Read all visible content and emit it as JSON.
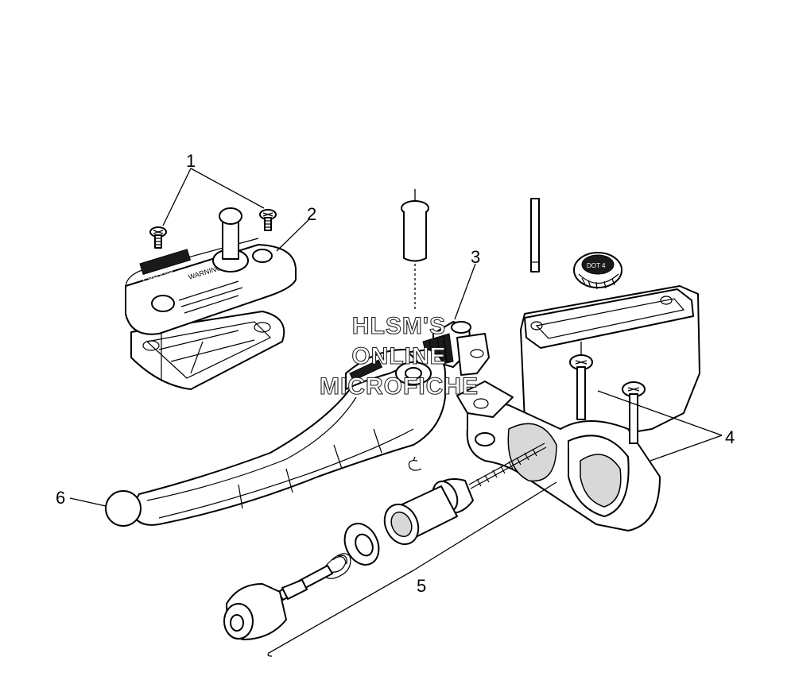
{
  "callouts": [
    {
      "id": "1",
      "label": "1"
    },
    {
      "id": "2",
      "label": "2"
    },
    {
      "id": "3",
      "label": "3"
    },
    {
      "id": "4",
      "label": "4"
    },
    {
      "id": "5",
      "label": "5"
    },
    {
      "id": "6",
      "label": "6"
    }
  ],
  "watermark": {
    "line1": "HLSM'S",
    "line2": "ONLINE",
    "line3": "MICROFICHE"
  },
  "cover_text": {
    "brand": "POLARIS",
    "warning": "WARNING"
  },
  "cap_text": "DOT 4",
  "colors": {
    "line": "#000000",
    "background": "#ffffff"
  }
}
